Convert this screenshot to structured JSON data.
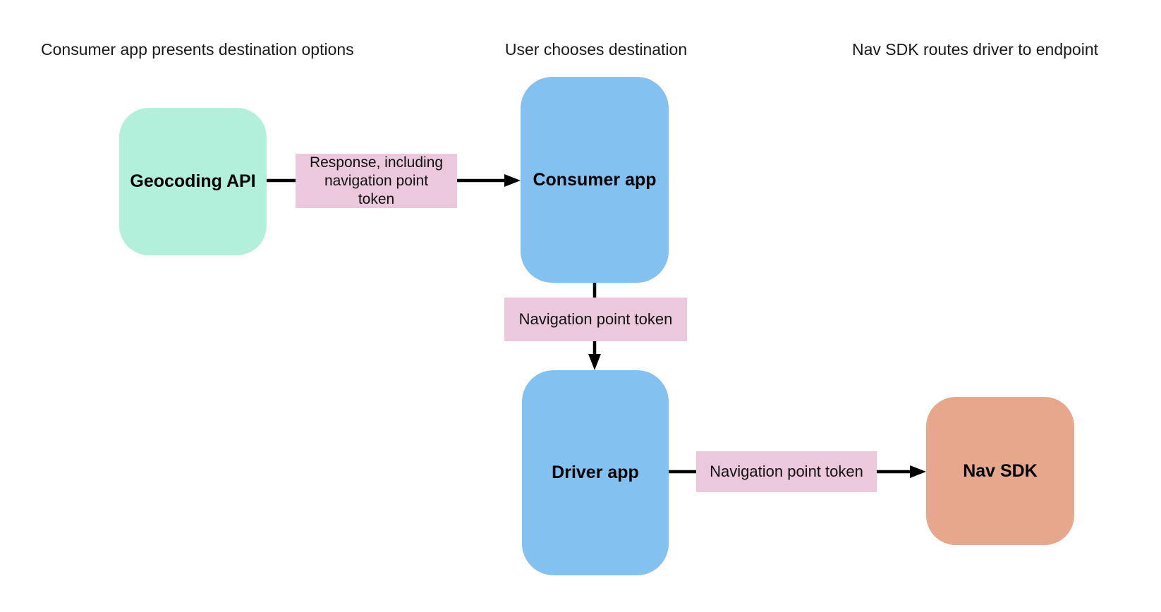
{
  "diagram": {
    "headings": [
      {
        "text": "Consumer app presents destination options"
      },
      {
        "text": "User chooses destination"
      },
      {
        "text": "Nav SDK routes driver to endpoint"
      }
    ],
    "nodes": [
      {
        "id": "geocoding-api",
        "label": "Geocoding API"
      },
      {
        "id": "consumer-app",
        "label": "Consumer app"
      },
      {
        "id": "driver-app",
        "label": "Driver app"
      },
      {
        "id": "nav-sdk",
        "label": "Nav SDK"
      }
    ],
    "edges": [
      {
        "from": "geocoding-api",
        "to": "consumer-app",
        "label": "Response, including\nnavigation point\ntoken"
      },
      {
        "from": "consumer-app",
        "to": "driver-app",
        "label": "Navigation point token"
      },
      {
        "from": "driver-app",
        "to": "nav-sdk",
        "label": "Navigation point token"
      }
    ]
  },
  "colors": {
    "background": "#ffffff",
    "heading-text": "#1a1a1a",
    "arrow-black": "#000000",
    "node-green": "#b2f0dc",
    "node-blue": "#82c1f0",
    "node-salmon": "#e6a78c",
    "edge-label-pink": "#ecc8dc"
  }
}
